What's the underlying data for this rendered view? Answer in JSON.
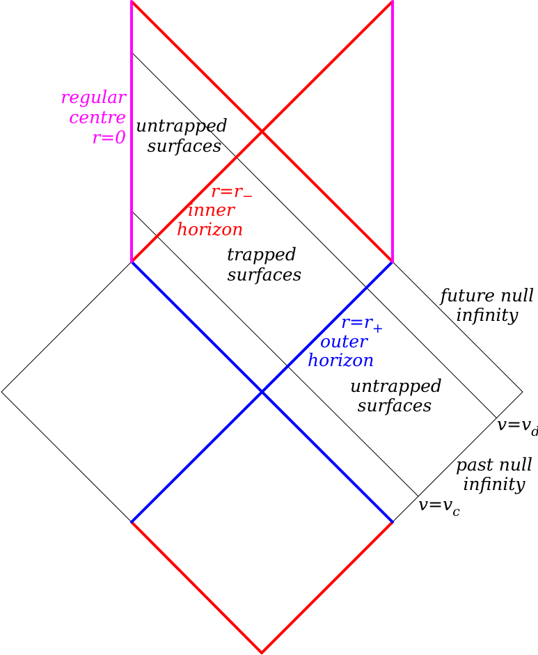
{
  "colors": {
    "centre": "#ff00ff",
    "inner_horizon": "#ff0000",
    "outer_horizon": "#0000ff",
    "line": "#000000",
    "background": "#ffffff"
  },
  "labels": {
    "regular_centre": {
      "line1": "regular",
      "line2": "centre",
      "line3": "r=0"
    },
    "untrapped_top": {
      "line1": "untrapped",
      "line2": "surfaces"
    },
    "inner_horizon": {
      "eq_main": "r=r",
      "eq_sub": "−",
      "line2": "inner",
      "line3": "horizon"
    },
    "trapped": {
      "line1": "trapped",
      "line2": "surfaces"
    },
    "future_null": {
      "line1": "future null",
      "line2": "infinity"
    },
    "outer_horizon": {
      "eq_main": "r=r",
      "eq_sub": "+",
      "line2": "outer",
      "line3": "horizon"
    },
    "untrapped_bottom": {
      "line1": "untrapped",
      "line2": "surfaces"
    },
    "v_d": {
      "main": "v=v",
      "sub": "d"
    },
    "past_null": {
      "line1": "past null",
      "line2": "infinity"
    },
    "v_c": {
      "main": "v=v",
      "sub": "c"
    }
  }
}
